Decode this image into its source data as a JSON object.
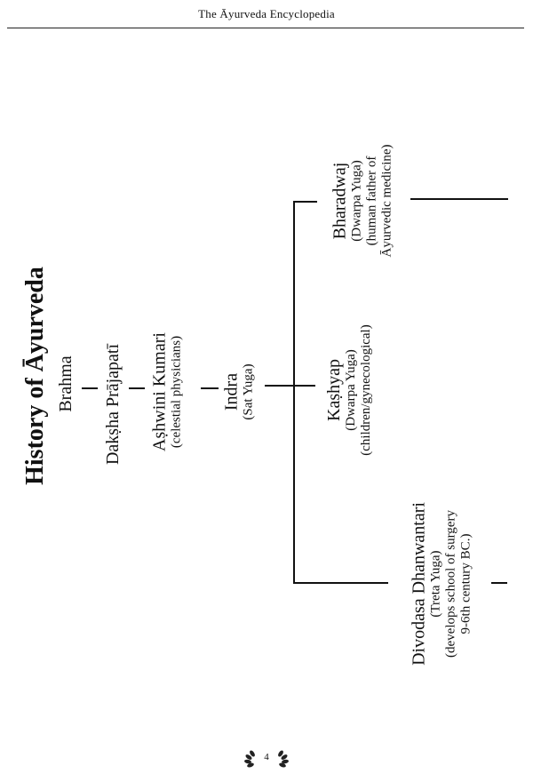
{
  "header": {
    "title": "The Āyurveda Encyclopedia"
  },
  "diagram": {
    "title": "History of Āyurveda",
    "nodes": {
      "brahma": {
        "name": "Brahma"
      },
      "daksha": {
        "name": "Dakṣha Prājapatī"
      },
      "ashwini": {
        "name": "Aṣhwini Kumari",
        "note": "(celestial physicians)"
      },
      "indra": {
        "name": "Indra",
        "note": "(Sat Yuga)"
      },
      "bharadwaj": {
        "name": "Bharadwaj",
        "note1": "(Dwarpa Yuga)",
        "note2": "(human father of",
        "note3": "Āyurvedic medicine)"
      },
      "kashyap": {
        "name": "Kaṣhyap",
        "note1": "(Dwarpa Yuga)",
        "note2": "(children/gynecological)"
      },
      "divodasa": {
        "name": "Divodasa Dhanwantari",
        "note1": "(Treta Yuga)",
        "note2": "(develops school of surgery",
        "note3": "9-6th century BC.)"
      }
    }
  },
  "footer": {
    "page_number": "4"
  }
}
